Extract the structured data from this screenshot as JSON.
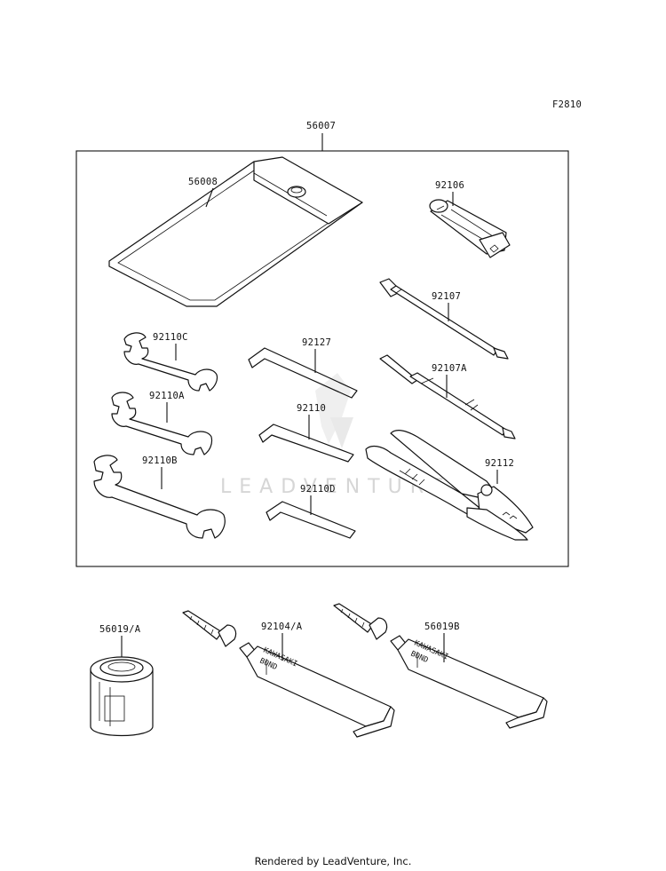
{
  "figure_code": "F2810",
  "kit_label": "56007",
  "labels": {
    "pouch": "56008",
    "plug_wrench": "92106",
    "screwdriver": "92107",
    "screwdriver_a": "92107A",
    "wrench_c": "92110C",
    "wrench_a": "92110A",
    "wrench_b": "92110B",
    "hex_key_large": "92127",
    "hex_key_mid": "92110",
    "hex_key_small": "92110D",
    "pliers": "92112",
    "can": "56019/A",
    "tube_1": "92104/A",
    "tube_2": "56019B"
  },
  "tube_print": {
    "brand": "KAWASAKI",
    "product": "BOND"
  },
  "watermark": "LEADVENTURE",
  "footer": "Rendered by LeadVenture, Inc."
}
